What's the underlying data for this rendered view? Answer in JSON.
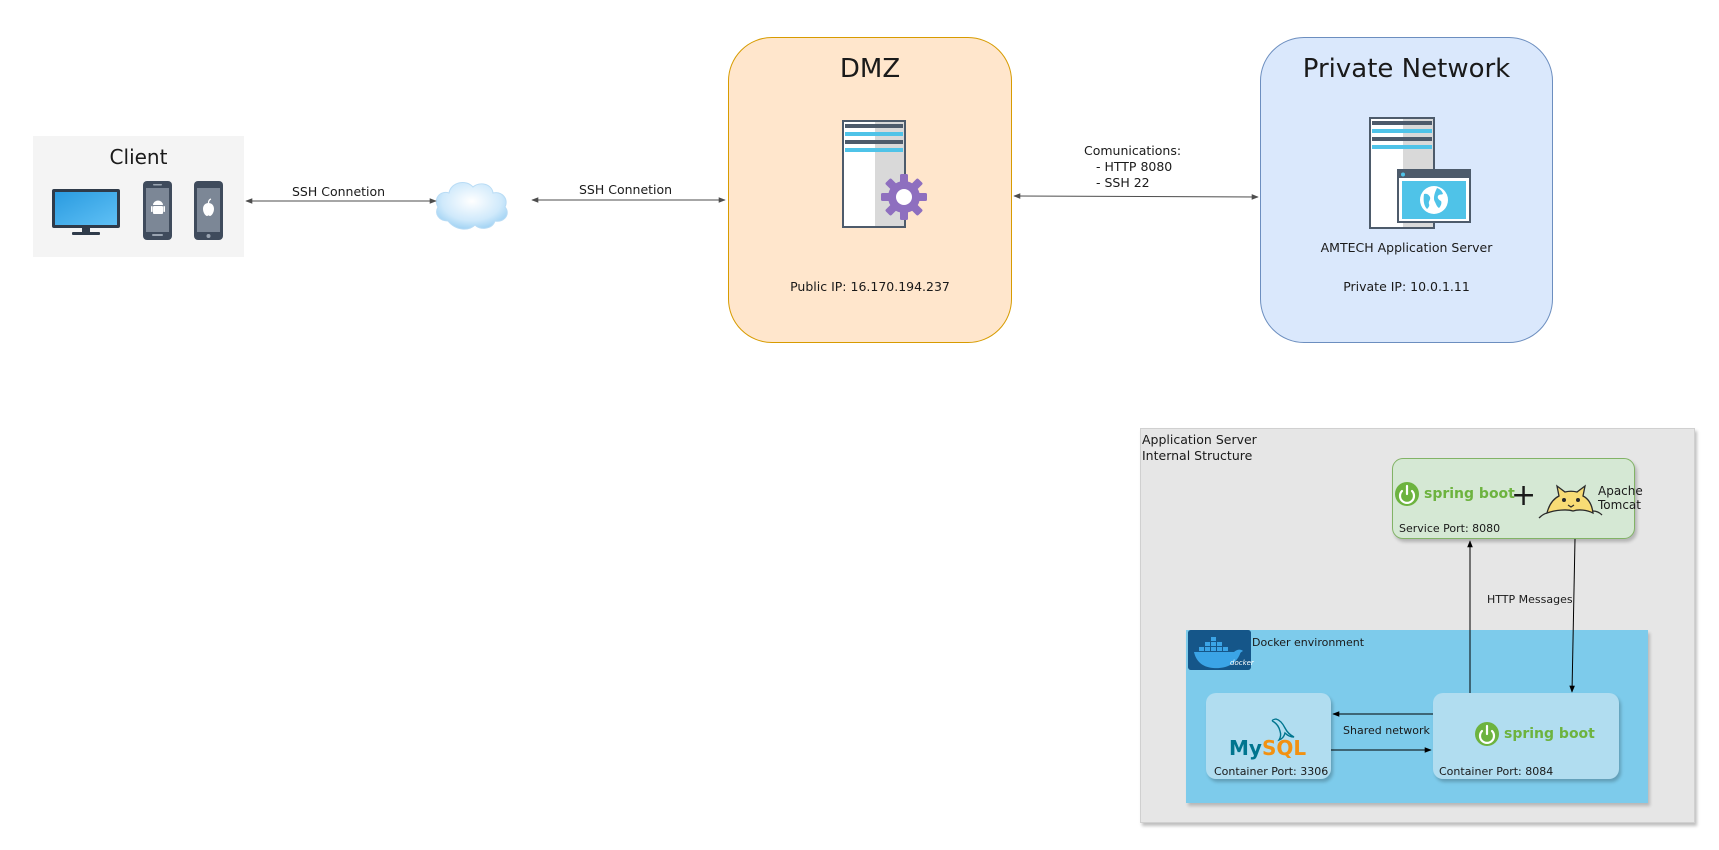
{
  "client": {
    "title": "Client"
  },
  "edges": {
    "client_cloud": "SSH Connetion",
    "cloud_dmz": "SSH Connetion",
    "dmz_private": {
      "title": "Comunications:",
      "items": [
        "- HTTP 8080",
        "- SSH 22"
      ]
    },
    "http_messages": "HTTP Messages",
    "shared_network": "Shared network"
  },
  "dmz": {
    "title": "DMZ",
    "public_ip": "Public IP: 16.170.194.237"
  },
  "private_network": {
    "title": "Private Network",
    "server_label": "AMTECH Application Server",
    "private_ip": "Private IP: 10.0.1.11"
  },
  "app_server": {
    "title_line1": "Application Server",
    "title_line2": "Internal Structure",
    "spring_boot": {
      "logo_text": "spring boot",
      "plus": "+",
      "tomcat_line1": "Apache",
      "tomcat_line2": "Tomcat",
      "port": "Service Port: 8080"
    },
    "docker": {
      "label": "Docker environment",
      "logo_text": "docker"
    },
    "mysql": {
      "logo_my": "My",
      "logo_sql": "SQL",
      "port": "Container Port: 3306"
    },
    "spring_container": {
      "logo_text": "spring boot",
      "port": "Container Port: 8084"
    }
  },
  "colors": {
    "dmz_fill": "#ffe6cc",
    "dmz_stroke": "#d79b00",
    "private_fill": "#dae8fc",
    "private_stroke": "#6c8ebf",
    "spring_green": "#6db33f",
    "docker_bg": "#7dcbeb",
    "container_fill": "#b1ddf0",
    "spring_box_fill": "#d5e8d4"
  }
}
